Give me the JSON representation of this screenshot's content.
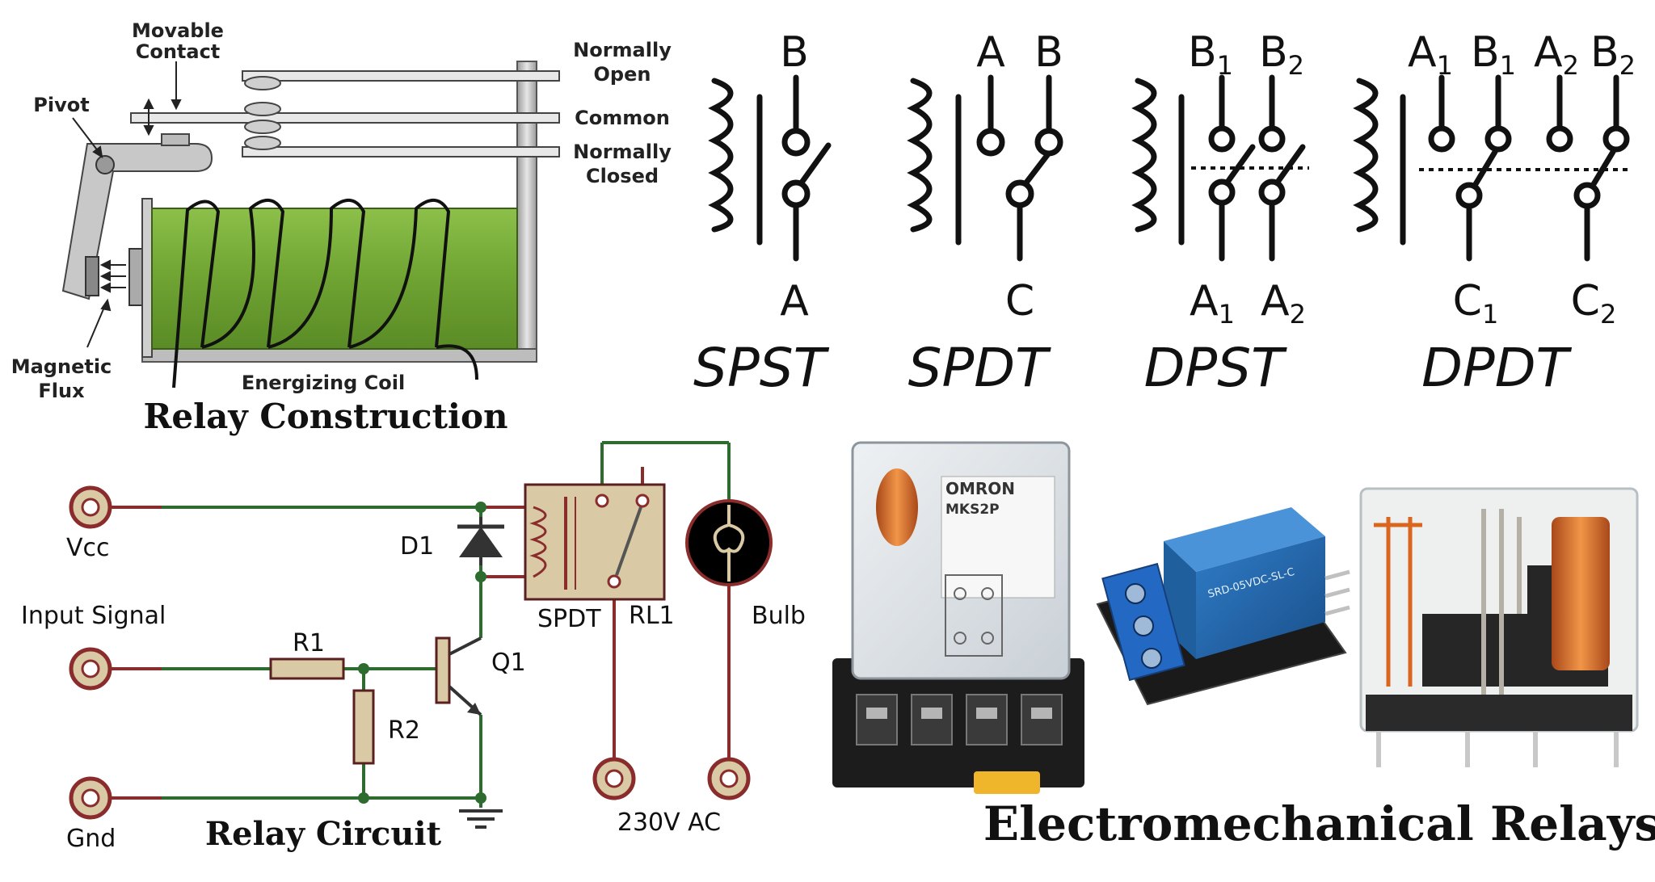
{
  "construction": {
    "title": "Relay Construction",
    "movable_contact_1": "Movable",
    "movable_contact_2": "Contact",
    "pivot": "Pivot",
    "normally_open_1": "Normally",
    "normally_open_2": "Open",
    "common": "Common",
    "normally_closed_1": "Normally",
    "normally_closed_2": "Closed",
    "magnetic_flux_1": "Magnetic",
    "magnetic_flux_2": "Flux",
    "energizing_coil": "Energizing Coil",
    "colors": {
      "coil": "#7bb03a",
      "frame": "#b8b8b8"
    }
  },
  "symbols": {
    "spst": {
      "name": "SPST",
      "top": "B",
      "bottom": "A"
    },
    "spdt": {
      "name": "SPDT",
      "top_left": "A",
      "top_right": "B",
      "bottom": "C"
    },
    "dpst": {
      "name": "DPST",
      "top_1": "B",
      "top_1_sub": "1",
      "top_2": "B",
      "top_2_sub": "2",
      "bottom_1": "A",
      "bottom_1_sub": "1",
      "bottom_2": "A",
      "bottom_2_sub": "2"
    },
    "dpdt": {
      "name": "DPDT",
      "a1": "A",
      "a1_sub": "1",
      "b1": "B",
      "b1_sub": "1",
      "a2": "A",
      "a2_sub": "2",
      "b2": "B",
      "b2_sub": "2",
      "c1": "C",
      "c1_sub": "1",
      "c2": "C",
      "c2_sub": "2"
    }
  },
  "circuit": {
    "title": "Relay Circuit",
    "vcc": "Vcc",
    "input_signal": "Input Signal",
    "gnd": "Gnd",
    "d1": "D1",
    "r1": "R1",
    "r2": "R2",
    "q1": "Q1",
    "spdt": "SPDT",
    "rl1": "RL1",
    "bulb": "Bulb",
    "ac": "230V AC",
    "colors": {
      "wire_red": "#8b2c2c",
      "wire_green": "#2e6b2e",
      "component": "#d9c9a4"
    }
  },
  "photos": {
    "title": "Electromechanical Relays",
    "omron_brand": "OMRON",
    "omron_model": "MKS2P",
    "module_label": "SRD-05VDC-SL-C"
  }
}
